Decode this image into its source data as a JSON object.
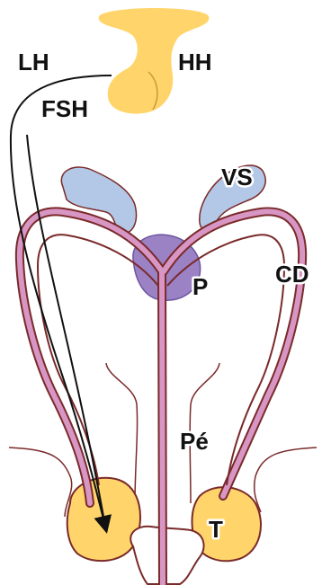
{
  "labels": {
    "lh": "LH",
    "hh": "HH",
    "fsh": "FSH",
    "vs": "VS",
    "cd": "CD",
    "p": "P",
    "pe": "Pé",
    "t": "T"
  },
  "colors": {
    "hypophysis": "#ffd56b",
    "testis": "#ffd56b",
    "seminal_vesicle": "#b3c8e6",
    "prostate": "#9b82c4",
    "duct": "#d896c4",
    "outline": "#7a2a2a",
    "arrow": "#111111"
  }
}
